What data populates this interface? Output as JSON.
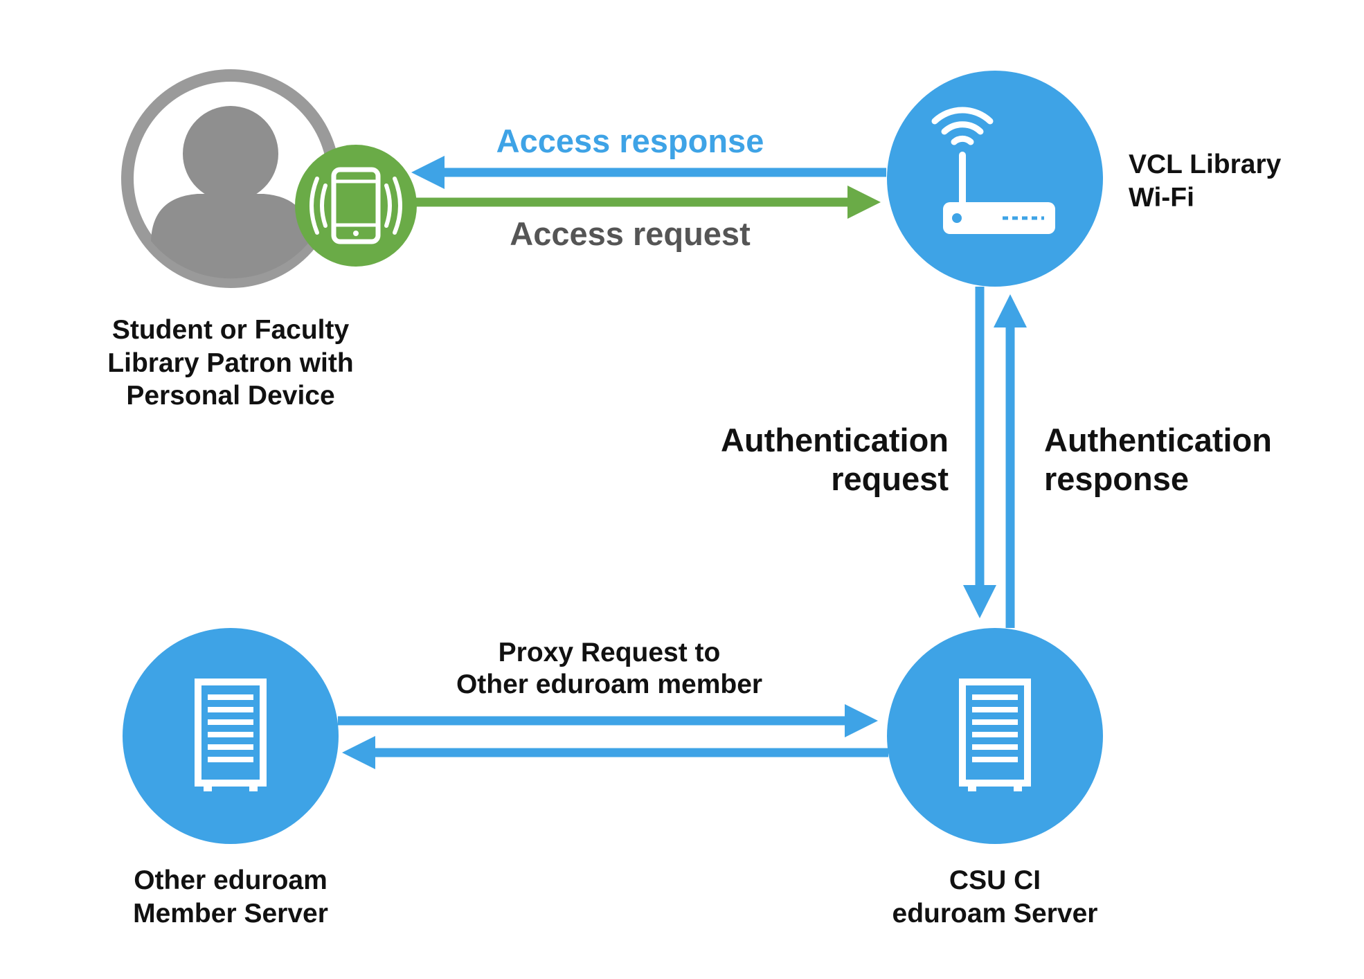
{
  "colors": {
    "accent_blue": "#3ea3e6",
    "accent_green": "#6aab47",
    "person_gray": "#8f8f8f",
    "ring_gray": "#9a9a9a",
    "label_dark": "#111111",
    "label_gray": "#555555"
  },
  "nodes": {
    "patron": {
      "icon": "person-icon",
      "badge_icon": "smartphone-icon",
      "lines": [
        "Student or Faculty",
        "Library Patron with",
        "Personal Device"
      ]
    },
    "wifi": {
      "icon": "wifi-router-icon",
      "lines": [
        "VCL Library",
        "Wi-Fi"
      ]
    },
    "csu_server": {
      "icon": "server-icon",
      "lines": [
        "CSU CI",
        "eduroam Server"
      ]
    },
    "other_server": {
      "icon": "server-icon",
      "lines": [
        "Other eduroam",
        "Member Server"
      ]
    }
  },
  "edges": {
    "access_response": {
      "label": "Access response"
    },
    "access_request": {
      "label": "Access request"
    },
    "auth_request": {
      "lines": [
        "Authentication",
        "request"
      ]
    },
    "auth_response": {
      "lines": [
        "Authentication",
        "response"
      ]
    },
    "proxy": {
      "lines": [
        "Proxy Request to",
        "Other eduroam member"
      ]
    }
  }
}
